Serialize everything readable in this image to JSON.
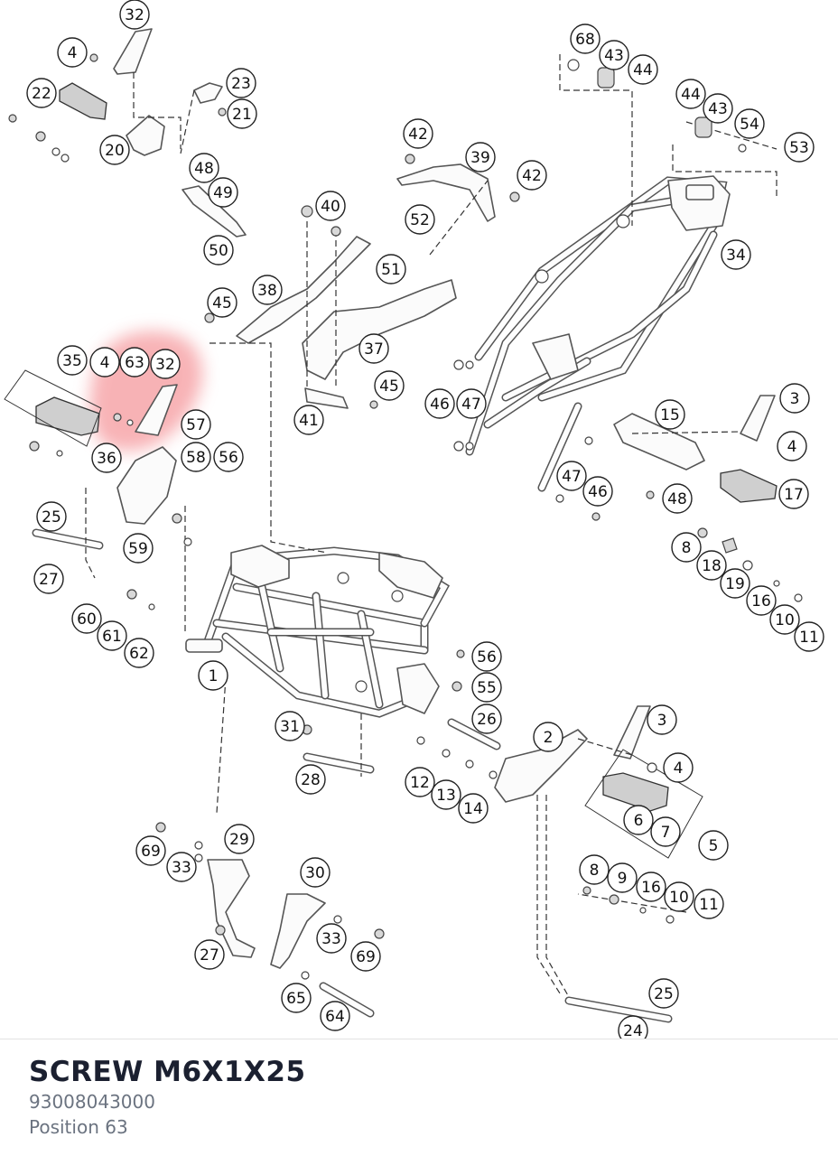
{
  "highlight_color": "#f2757a",
  "part": {
    "name": "SCREW M6X1X25",
    "number": "93008043000",
    "position": "Position 63"
  },
  "diagram": {
    "callouts": [
      {
        "id": "c32a",
        "label": "32"
      },
      {
        "id": "c4a",
        "label": "4"
      },
      {
        "id": "c22",
        "label": "22"
      },
      {
        "id": "c23",
        "label": "23"
      },
      {
        "id": "c21",
        "label": "21"
      },
      {
        "id": "c20",
        "label": "20"
      },
      {
        "id": "c48a",
        "label": "48"
      },
      {
        "id": "c49",
        "label": "49"
      },
      {
        "id": "c50",
        "label": "50"
      },
      {
        "id": "c42a",
        "label": "42"
      },
      {
        "id": "c39",
        "label": "39"
      },
      {
        "id": "c42b",
        "label": "42"
      },
      {
        "id": "c40",
        "label": "40"
      },
      {
        "id": "c52",
        "label": "52"
      },
      {
        "id": "c51",
        "label": "51"
      },
      {
        "id": "c45a",
        "label": "45"
      },
      {
        "id": "c38",
        "label": "38"
      },
      {
        "id": "c37",
        "label": "37"
      },
      {
        "id": "c45b",
        "label": "45"
      },
      {
        "id": "c41",
        "label": "41"
      },
      {
        "id": "c68",
        "label": "68"
      },
      {
        "id": "c43a",
        "label": "43"
      },
      {
        "id": "c44a",
        "label": "44"
      },
      {
        "id": "c44b",
        "label": "44"
      },
      {
        "id": "c43b",
        "label": "43"
      },
      {
        "id": "c54",
        "label": "54"
      },
      {
        "id": "c53",
        "label": "53"
      },
      {
        "id": "c34",
        "label": "34"
      },
      {
        "id": "c46a",
        "label": "46"
      },
      {
        "id": "c47a",
        "label": "47"
      },
      {
        "id": "c15",
        "label": "15"
      },
      {
        "id": "c3a",
        "label": "3"
      },
      {
        "id": "c4b",
        "label": "4"
      },
      {
        "id": "c17",
        "label": "17"
      },
      {
        "id": "c47b",
        "label": "47"
      },
      {
        "id": "c46b",
        "label": "46"
      },
      {
        "id": "c48b",
        "label": "48"
      },
      {
        "id": "c8a",
        "label": "8"
      },
      {
        "id": "c18",
        "label": "18"
      },
      {
        "id": "c19",
        "label": "19"
      },
      {
        "id": "c16a",
        "label": "16"
      },
      {
        "id": "c10a",
        "label": "10"
      },
      {
        "id": "c11a",
        "label": "11"
      },
      {
        "id": "c35",
        "label": "35"
      },
      {
        "id": "c4c",
        "label": "4"
      },
      {
        "id": "c63",
        "label": "63"
      },
      {
        "id": "c32b",
        "label": "32"
      },
      {
        "id": "c57",
        "label": "57"
      },
      {
        "id": "c36",
        "label": "36"
      },
      {
        "id": "c58",
        "label": "58"
      },
      {
        "id": "c56a",
        "label": "56"
      },
      {
        "id": "c25a",
        "label": "25"
      },
      {
        "id": "c59",
        "label": "59"
      },
      {
        "id": "c27a",
        "label": "27"
      },
      {
        "id": "c60",
        "label": "60"
      },
      {
        "id": "c61",
        "label": "61"
      },
      {
        "id": "c62",
        "label": "62"
      },
      {
        "id": "c1",
        "label": "1"
      },
      {
        "id": "c56b",
        "label": "56"
      },
      {
        "id": "c55",
        "label": "55"
      },
      {
        "id": "c26",
        "label": "26"
      },
      {
        "id": "c31",
        "label": "31"
      },
      {
        "id": "c28",
        "label": "28"
      },
      {
        "id": "c12",
        "label": "12"
      },
      {
        "id": "c13",
        "label": "13"
      },
      {
        "id": "c14",
        "label": "14"
      },
      {
        "id": "c2",
        "label": "2"
      },
      {
        "id": "c3b",
        "label": "3"
      },
      {
        "id": "c4d",
        "label": "4"
      },
      {
        "id": "c6",
        "label": "6"
      },
      {
        "id": "c7",
        "label": "7"
      },
      {
        "id": "c5",
        "label": "5"
      },
      {
        "id": "c69a",
        "label": "69"
      },
      {
        "id": "c33a",
        "label": "33"
      },
      {
        "id": "c29",
        "label": "29"
      },
      {
        "id": "c30",
        "label": "30"
      },
      {
        "id": "c27b",
        "label": "27"
      },
      {
        "id": "c33b",
        "label": "33"
      },
      {
        "id": "c69b",
        "label": "69"
      },
      {
        "id": "c65",
        "label": "65"
      },
      {
        "id": "c64",
        "label": "64"
      },
      {
        "id": "c8b",
        "label": "8"
      },
      {
        "id": "c9",
        "label": "9"
      },
      {
        "id": "c16b",
        "label": "16"
      },
      {
        "id": "c10b",
        "label": "10"
      },
      {
        "id": "c11b",
        "label": "11"
      },
      {
        "id": "c25b",
        "label": "25"
      },
      {
        "id": "c24",
        "label": "24"
      }
    ]
  }
}
